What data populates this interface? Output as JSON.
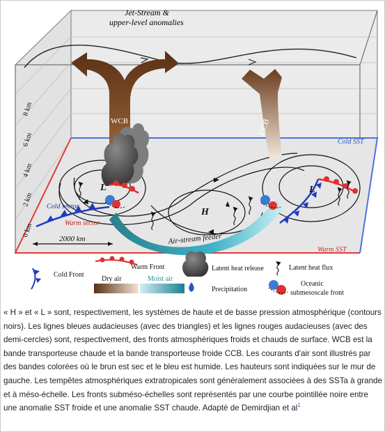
{
  "figure": {
    "top_labels": {
      "jet_stream_line1": "Jet-Stream &",
      "jet_stream_line2": "upper-level anomalies"
    },
    "heights": [
      "8 km",
      "6 km",
      "4 km",
      "2 km",
      "0 km"
    ],
    "band_labels": {
      "wcb": "WCB",
      "ccb": "CCB",
      "air_stream": "Air-stream feeder"
    },
    "pressure_labels": {
      "low_left": "L",
      "low_right": "L",
      "high": "H"
    },
    "sector_labels": {
      "cold": "Cold sector",
      "warm": "Warm sector"
    },
    "sst_labels": {
      "cold": "Cold SST",
      "warm": "Warm SST"
    },
    "scale_label": "2000 km",
    "legend": {
      "cold_front": "Cold Front",
      "warm_front": "Warm Front",
      "latent_release": "Latent heat release",
      "latent_flux": "Latent heat flux",
      "dry_air": "Dry air",
      "moist_air": "Moist air",
      "precipitation": "Precipitation",
      "oceanic_line1": "Oceanic",
      "oceanic_line2": "submesoscale front"
    },
    "colors": {
      "dry": "#6b3d1e",
      "moist": "#2b9cb0",
      "cold_front": "#1f3bbf",
      "warm_front": "#e03030",
      "cold_sst": "#4a74d8",
      "warm_sst": "#e03a3a"
    }
  },
  "caption": {
    "text": "« H » et « L » sont, respectivement, les systèmes de haute et de basse pression atmosphérique (contours noirs). Les lignes bleues audacieuses (avec des triangles) et les lignes rouges audacieuses (avec des demi-cercles) sont, respectivement, des fronts atmosphériques froids et chauds de surface. WCB est la bande transporteuse chaude et la bande transporteuse froide CCB. Les courants d'air sont illustrés par des bandes colorées où le brun est sec et le bleu est humide. Les hauteurs sont indiquées sur le mur de gauche. Les tempêtes atmosphériques extratropicales sont généralement associées à des SSTa à grande et à méso-échelle. Les fronts subméso-échelles sont représentés par une courbe pointillée noire entre une anomalie SST froide et une anomalie SST chaude. Adapté de Demirdjian et al",
    "footnote": "1"
  }
}
